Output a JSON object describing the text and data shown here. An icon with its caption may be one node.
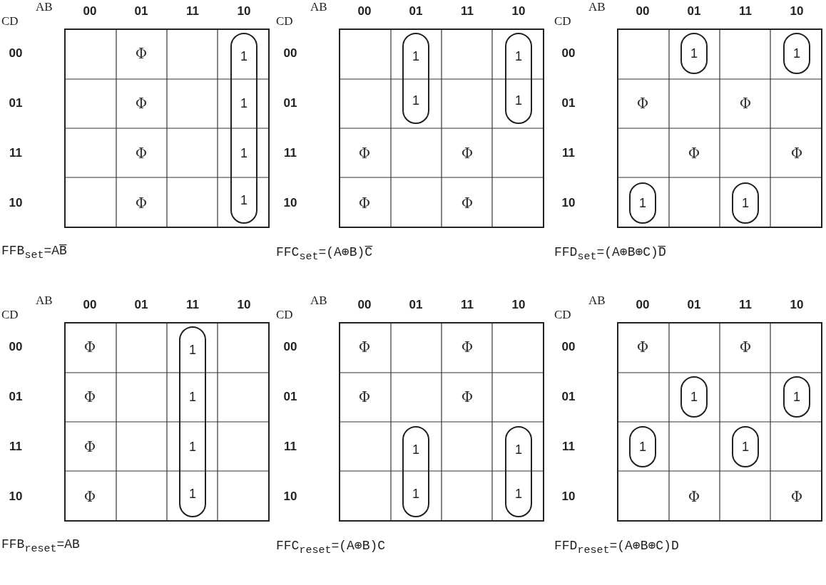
{
  "diagram": {
    "nodes": [
      {
        "text": [],
        "shape": "box"
      },
      {
        "text": [
          "1",
          "1",
          "1",
          "1"
        ],
        "in": 0
      },
      {
        "text": [],
        "shape": "box"
      },
      {
        "text": [
          "1",
          "1"
        ],
        "in": 2
      },
      {
        "text": [
          "1",
          "1"
        ],
        "in": 2
      },
      {
        "text": [],
        "shape": "box"
      },
      {
        "text": [
          "1"
        ],
        "in": 5
      },
      {
        "text": [
          "1"
        ],
        "in": 5
      },
      {
        "text": [
          "1"
        ],
        "in": 5
      },
      {
        "text": [
          "1"
        ],
        "in": 5
      },
      {
        "text": [],
        "shape": "box"
      },
      {
        "text": [
          "1",
          "1",
          "1",
          "1"
        ],
        "in": 10
      },
      {
        "text": [],
        "shape": "box"
      },
      {
        "text": [
          "1",
          "1"
        ],
        "in": 12
      },
      {
        "text": [
          "1",
          "1"
        ],
        "in": 12
      },
      {
        "text": [],
        "shape": "box"
      },
      {
        "text": [
          "1"
        ],
        "in": 15
      },
      {
        "text": [
          "1"
        ],
        "in": 15
      },
      {
        "text": [
          "1"
        ],
        "in": 15
      },
      {
        "text": [
          "1"
        ],
        "in": 15
      }
    ],
    "labels": [
      "AB",
      "00",
      "01",
      "11",
      "10",
      "CD",
      "00",
      "Φ",
      "01",
      "Φ",
      "11",
      "Φ",
      "10",
      "Φ",
      "FFB$_{set}$=AB̅",
      "AB",
      "00",
      "01",
      "11",
      "10",
      "CD",
      "00",
      "01",
      "11",
      "Φ",
      "Φ",
      "10",
      "Φ",
      "Φ",
      "FFC$_{set}$=(A⊕B)C̅",
      "AB",
      "00",
      "01",
      "11",
      "10",
      "CD",
      "00",
      "01",
      "Φ",
      "Φ",
      "11",
      "Φ",
      "Φ",
      "10",
      "FFD$_{set}$=(A⊕B⊕C)D̅",
      "AB",
      "00",
      "01",
      "11",
      "10",
      "CD",
      "00",
      "Φ",
      "01",
      "Φ",
      "11",
      "Φ",
      "10",
      "Φ",
      "FFB$_{reset}$=AB",
      "AB",
      "00",
      "01",
      "11",
      "10",
      "CD",
      "00",
      "Φ",
      "Φ",
      "01",
      "Φ",
      "Φ",
      "11",
      "10",
      "FFC$_{reset}$=(A⊕B)C",
      "AB",
      "00",
      "01",
      "11",
      "10",
      "CD",
      "00",
      "Φ",
      "Φ",
      "01",
      "11",
      "10",
      "Φ",
      "Φ",
      "FFD$_{reset}$=(A⊕B⊕C)D"
    ]
  }
}
